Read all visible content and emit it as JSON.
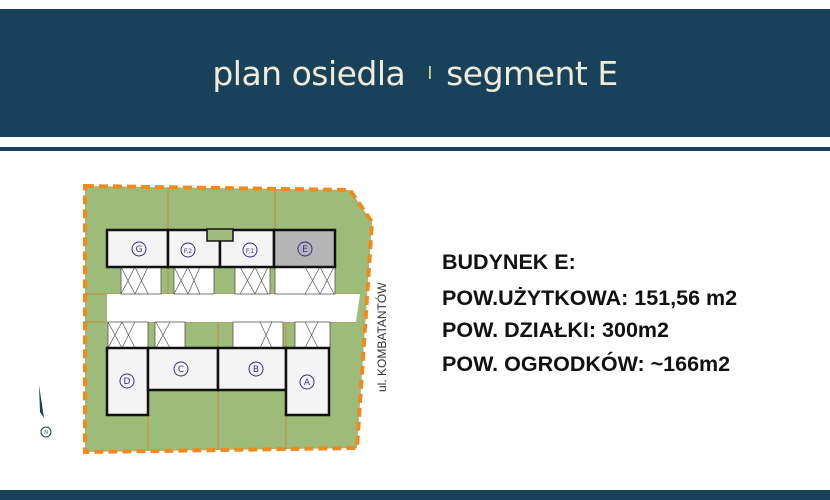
{
  "header": {
    "title_left": "plan osiedla",
    "separator": "I",
    "title_right": "segment E"
  },
  "plan": {
    "buildings": [
      "G",
      "F.2",
      "F.1",
      "E",
      "D",
      "C",
      "B",
      "A"
    ],
    "street": "ul. KOMBATANTÓW",
    "north": "N",
    "highlighted": "E",
    "colors": {
      "garden": "#9dbc7a",
      "boundary": "#f08a1e",
      "highlight": "#b5b5b5",
      "label": "#3a2a8c"
    }
  },
  "info": {
    "line1": "BUDYNEK E:",
    "line2": "POW.UŻYTKOWA: 151,56 m2",
    "line3": "POW. DZIAŁKI: 300m2",
    "line4": "POW. OGRODKÓW: ~166m2"
  }
}
